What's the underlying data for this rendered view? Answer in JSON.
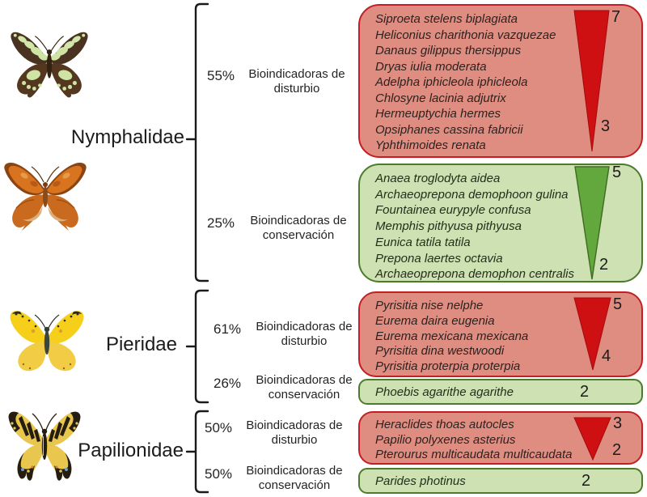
{
  "colors": {
    "red_box_fill": "#E08D81",
    "red_box_border": "#C21E24",
    "red_triangle": "#CE1012",
    "green_box_fill": "#CDE1B2",
    "green_box_border": "#4D7B2D",
    "green_triangle": "#63A83C"
  },
  "families": [
    {
      "name": "Nymphalidae",
      "groups": [
        {
          "percent": "55%",
          "label": "Bioindicadoras de",
          "label2": "disturbio",
          "range_top": "7",
          "range_bottom": "3",
          "species": [
            "Siproeta stelens biplagiata",
            "Heliconius charithonia vazquezae",
            "Danaus gilippus thersippus",
            "Dryas iulia moderata",
            "Adelpha iphicleola iphicleola",
            "Chlosyne lacinia adjutrix",
            "Hermeuptychia hermes",
            "Opsiphanes cassina fabricii",
            "Yphthimoides renata"
          ]
        },
        {
          "percent": "25%",
          "label": "Bioindicadoras de",
          "label2": "conservación",
          "range_top": "5",
          "range_bottom": "2",
          "species": [
            "Anaea troglodyta aidea",
            "Archaeoprepona demophoon gulina",
            "Fountainea eurypyle confusa",
            "Memphis pithyusa pithyusa",
            "Eunica tatila tatila",
            "Prepona laertes octavia",
            "Archaeoprepona demophon centralis"
          ]
        }
      ]
    },
    {
      "name": "Pieridae",
      "groups": [
        {
          "percent": "61%",
          "label": "Bioindicadoras de",
          "label2": "disturbio",
          "range_top": "5",
          "range_bottom": "4",
          "species": [
            "Pyrisitia nise nelphe",
            "Eurema daira eugenia",
            "Eurema mexicana mexicana",
            "Pyrisitia dina westwoodi",
            "Pyrisitia proterpia proterpia"
          ]
        },
        {
          "percent": "26%",
          "label": "Bioindicadoras de",
          "label2": "conservación",
          "value": "2",
          "species": [
            "Phoebis agarithe agarithe"
          ]
        }
      ]
    },
    {
      "name": "Papilionidae",
      "groups": [
        {
          "percent": "50%",
          "label": "Bioindicadoras de",
          "label2": "disturbio",
          "range_top": "3",
          "range_bottom": "2",
          "species": [
            "Heraclides thoas autocles",
            "Papilio polyxenes asterius",
            "Pterourus multicaudata multicaudata"
          ]
        },
        {
          "percent": "50%",
          "label": "Bioindicadoras de",
          "label2": "conservación",
          "value": "2",
          "species": [
            "Parides photinus"
          ]
        }
      ]
    }
  ]
}
